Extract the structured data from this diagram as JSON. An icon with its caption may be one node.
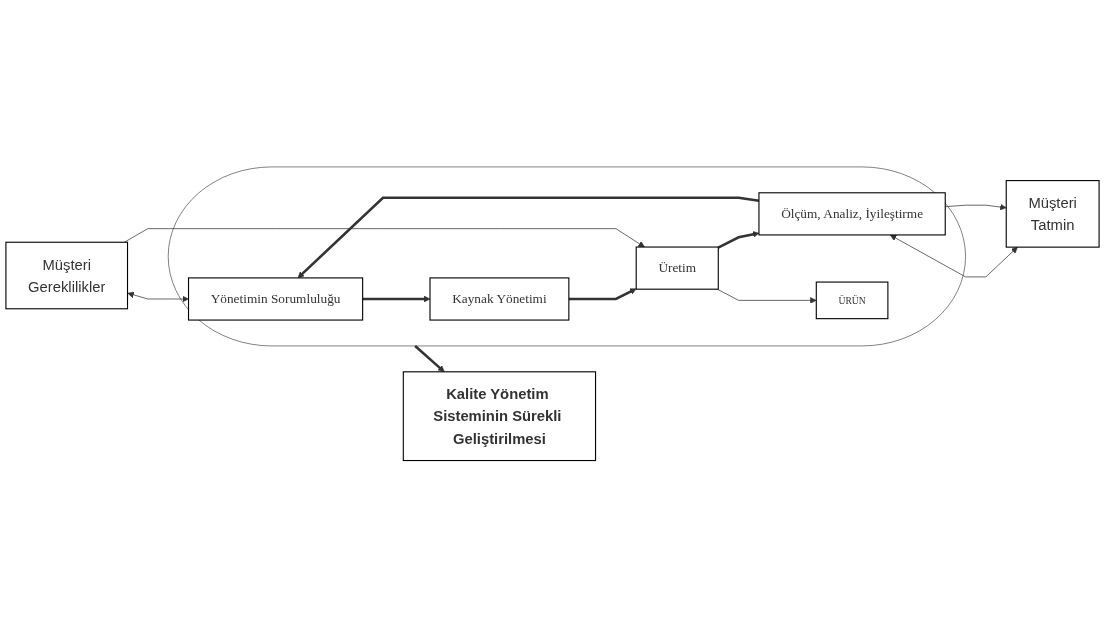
{
  "diagram": {
    "nodes": [
      {
        "text": [
          "Kalite Yönetim Sisteminin Sürekli Geliştirilmesi"
        ]
      },
      {
        "text": [
          "Müşteri",
          "Gereklilikler"
        ]
      },
      {
        "text": [],
        "shape": "ellipse"
      },
      {
        "text": [
          "Yönetimin Sorumluluğu"
        ],
        "in": 2
      },
      {
        "text": [
          "Kaynak Yönetimi"
        ],
        "in": 2
      },
      {
        "text": [
          "Üretim"
        ],
        "in": 2
      },
      {
        "text": [
          "Ölçüm, Analiz, İyileştirme"
        ],
        "in": 2
      },
      {
        "text": [
          "ÜRÜN"
        ],
        "in": 2
      },
      {
        "text": [
          "Müşteri",
          "Tatmin"
        ]
      }
    ],
    "edges": [
      {
        "from": 1,
        "to": 3,
        "arrow": "both"
      },
      {
        "from": 3,
        "to": 4,
        "arrow": "to",
        "style": "thick"
      },
      {
        "from": 4,
        "to": 5,
        "arrow": "to",
        "style": "thick"
      },
      {
        "from": 5,
        "to": 6,
        "arrow": "to",
        "style": "thick"
      },
      {
        "from": 6,
        "to": 3,
        "arrow": "to",
        "style": "thick"
      },
      {
        "from": 1,
        "to": 5,
        "arrow": "to"
      },
      {
        "from": 5,
        "to": 7,
        "arrow": "to"
      },
      {
        "from": 6,
        "to": 8,
        "arrow": "both"
      },
      {
        "from": 6,
        "to": 8,
        "arrow": "to"
      },
      {
        "from": 2,
        "to": 0,
        "arrow": "to",
        "style": "thick"
      }
    ]
  }
}
